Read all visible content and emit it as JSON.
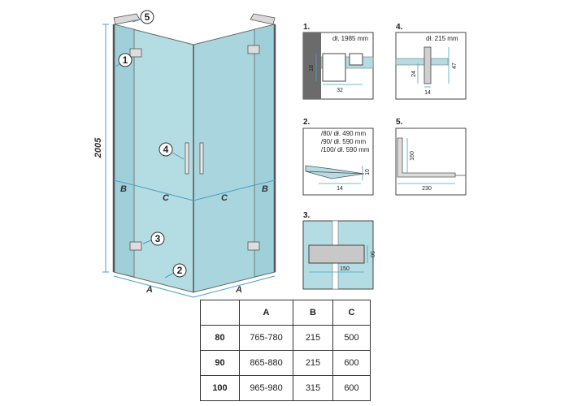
{
  "main_diagram": {
    "height_label": "2005",
    "dim_labels": {
      "a_left": "A",
      "a_right": "A",
      "b_left": "B",
      "b_right": "B",
      "c_left": "C",
      "c_right": "C"
    },
    "callouts": [
      "1",
      "2",
      "3",
      "4",
      "5"
    ]
  },
  "details": {
    "d1": {
      "num": "1.",
      "note": "dł. 1985 mm",
      "dim_h": "32",
      "dim_v": "18"
    },
    "d2": {
      "num": "2.",
      "notes": [
        "/80/ dł. 490 mm",
        "/90/ dł. 590 mm",
        "/100/ dł. 590 mm"
      ],
      "dim_h": "14",
      "dim_v": "10"
    },
    "d3": {
      "num": "3.",
      "dim_h": "150",
      "dim_v": "50"
    },
    "d4": {
      "num": "4.",
      "note": "dł. 215 mm",
      "dim_h": "14",
      "dim_v1": "24",
      "dim_v2": "47"
    },
    "d5": {
      "num": "5.",
      "dim_h": "230",
      "dim_v": "160"
    }
  },
  "table": {
    "headers": [
      "",
      "A",
      "B",
      "C"
    ],
    "rows": [
      [
        "80",
        "765-780",
        "215",
        "500"
      ],
      [
        "90",
        "865-880",
        "215",
        "600"
      ],
      [
        "100",
        "965-980",
        "315",
        "600"
      ]
    ]
  },
  "colors": {
    "glass": "#b4dce3",
    "glass_dark": "#8fc6d0",
    "frame": "#555555",
    "dim_line": "#4aa0c8",
    "callout_fill": "#ffffff"
  }
}
